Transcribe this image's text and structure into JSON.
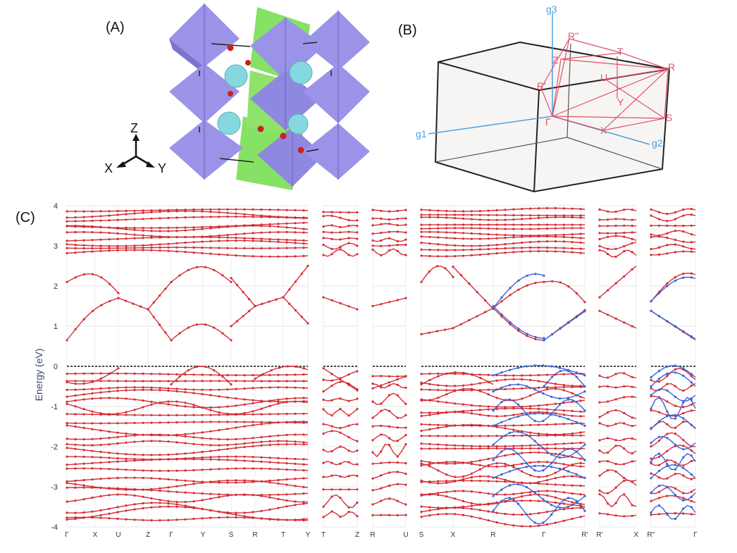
{
  "figure": {
    "panel_a_label": "(A)",
    "panel_b_label": "(B)",
    "panel_c_label": "(C)",
    "axes_labels": {
      "z": "Z",
      "x": "X",
      "y": "Y"
    },
    "bz_labels": {
      "g1": "g1",
      "g2": "g2",
      "g3": "g3",
      "R2": "R''",
      "Z": "Z",
      "T": "T",
      "R": "R",
      "U": "U",
      "R1": "R'",
      "Y": "Y",
      "Gamma": "Γ",
      "S": "S",
      "X": "X"
    },
    "colors": {
      "octahedron_violet": "#8f88e0",
      "octahedron_green": "#8fe26a",
      "cation_sphere": "#86d8df",
      "oxygen": "#cc2020",
      "bz_path": "#e0506a",
      "reciprocal_axis": "#4a9fe0",
      "band_red": "#d42d35",
      "band_blue": "#3c63d6"
    }
  },
  "chart_data": {
    "type": "line",
    "title": "",
    "xlabel": "",
    "ylabel": "Energy (eV)",
    "ylim": [
      -4,
      4
    ],
    "yticks": [
      "4",
      "3",
      "2",
      "1",
      "0",
      "-1",
      "-2",
      "-3",
      "-4"
    ],
    "fermi_level": 0,
    "grid": true,
    "segments": [
      {
        "ticks": [
          "Γ",
          "X",
          "U",
          "Z",
          "Γ",
          "Y",
          "S",
          "R",
          "T",
          "Y"
        ]
      },
      {
        "ticks": [
          "T",
          "Z"
        ]
      },
      {
        "ticks": [
          "R",
          "U"
        ]
      },
      {
        "ticks": [
          "S",
          "X",
          "R",
          "",
          "Γ",
          "R'"
        ]
      },
      {
        "ticks": [
          "R'",
          "X"
        ]
      },
      {
        "ticks": [
          "R''",
          "Γ"
        ]
      }
    ],
    "series": [
      {
        "name": "",
        "color": "#d42d35",
        "conduction_band_minimum_eV": 0.65,
        "valence_band_maximum_eV": 0.0,
        "band_gap_eV": 0.65,
        "cb_key_points_eV": [
          0.65,
          1.7,
          2.5,
          1.05,
          1.45,
          2.1
        ]
      },
      {
        "name": "",
        "color": "#3c63d6",
        "note_segments": [
          "R–Γ–R'",
          "R''–Γ"
        ]
      }
    ]
  }
}
